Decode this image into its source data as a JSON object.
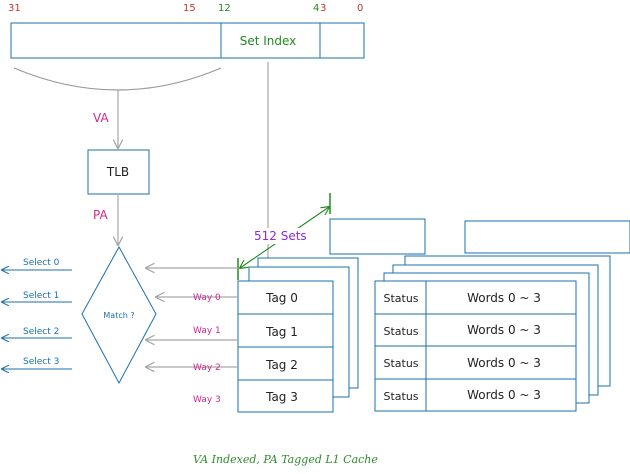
{
  "address_bits": {
    "b31": "31",
    "b15": "15",
    "b12": "12",
    "b4": "4",
    "b3": "3",
    "b0": "0",
    "set_index_label": "Set Index"
  },
  "arrows": {
    "va": "VA",
    "pa": "PA"
  },
  "tlb_label": "TLB",
  "match_label": "Match ?",
  "sets_label": "512 Sets",
  "selects": [
    "Select 0",
    "Select 1",
    "Select 2",
    "Select 3"
  ],
  "ways": [
    "Way 0",
    "Way 1",
    "Way 2",
    "Way 3"
  ],
  "tags": [
    "Tag 0",
    "Tag 1",
    "Tag 2",
    "Tag 3"
  ],
  "status_label": "Status",
  "words_label": "Words 0 ~ 3",
  "caption": "VA Indexed, PA Tagged L1 Cache",
  "colors": {
    "box_stroke": "#1b6fae",
    "arrow_gray": "#a6a6a6",
    "bit_red": "#c0392b",
    "bit_green": "#1f8a1f",
    "magenta": "#cc2a8e",
    "purple": "#8a2be2",
    "select_blue": "#1b6fae",
    "caption_green": "#2e8b2e"
  }
}
